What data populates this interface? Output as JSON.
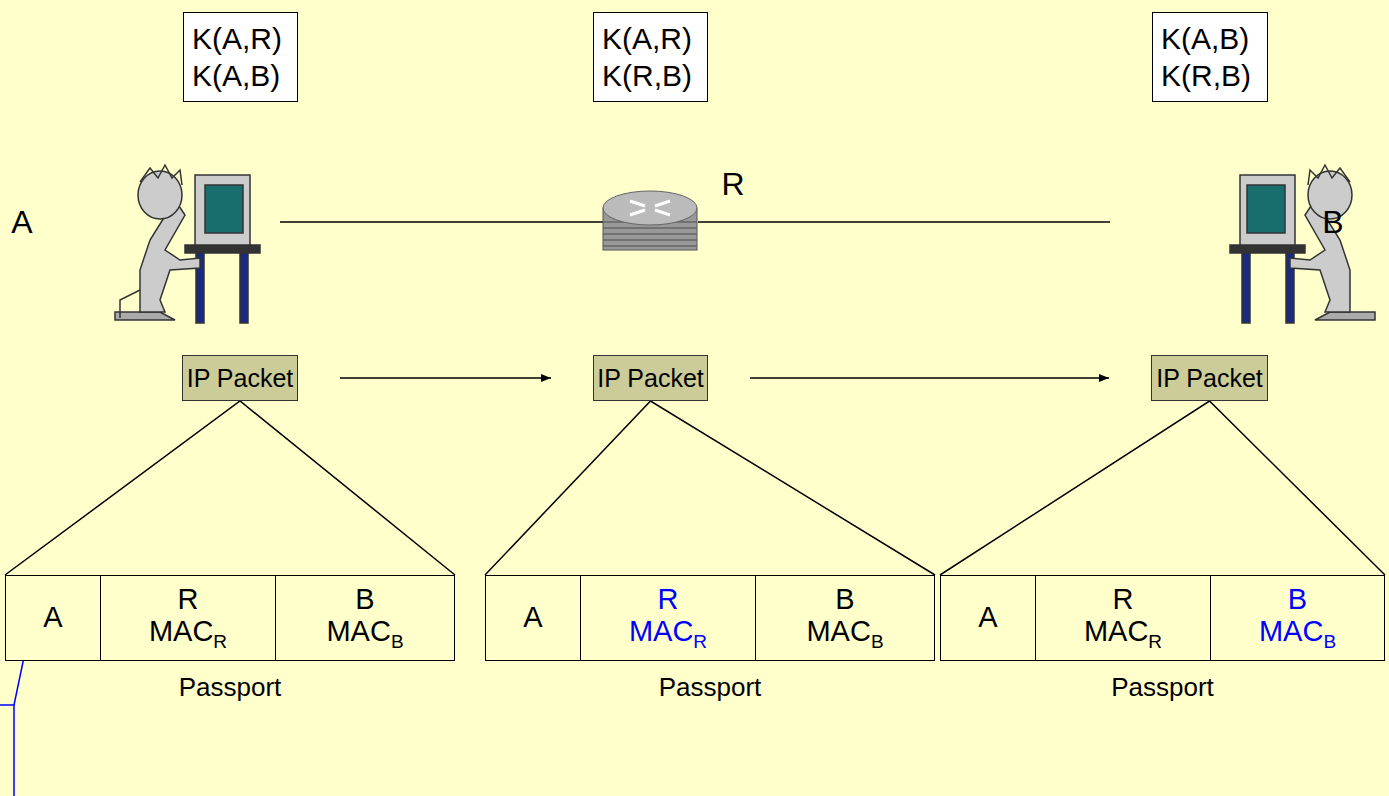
{
  "diagram": {
    "nodes": [
      {
        "text": [
          "K(A,R)",
          "K(A,B)"
        ]
      },
      {
        "text": [
          "K(A,R)",
          "K(R,B)"
        ]
      },
      {
        "text": [
          "K(A,B)",
          "K(R,B)"
        ]
      },
      {
        "text": [
          "IP Packet"
        ]
      },
      {
        "text": [
          "IP Packet"
        ]
      },
      {
        "text": [
          "IP Packet"
        ]
      },
      {
        "text": [
          "Passport"
        ]
      },
      {
        "text": [
          "A"
        ],
        "in": 6
      },
      {
        "text": [
          "R",
          "MAC",
          "R"
        ],
        "in": 6
      },
      {
        "text": [
          "B",
          "MAC",
          "B"
        ],
        "in": 6
      },
      {
        "text": [
          "Passport"
        ]
      },
      {
        "text": [
          "A"
        ],
        "in": 10
      },
      {
        "text": [
          "R",
          "MAC",
          "R"
        ],
        "in": 10
      },
      {
        "text": [
          "B",
          "MAC",
          "B"
        ],
        "in": 10
      },
      {
        "text": [
          "Passport"
        ]
      },
      {
        "text": [
          "A"
        ],
        "in": 14
      },
      {
        "text": [
          "R",
          "MAC",
          "R"
        ],
        "in": 14
      },
      {
        "text": [
          "B",
          "MAC",
          "B"
        ],
        "in": 14
      }
    ],
    "edges": [
      {
        "from": 3,
        "to": 4,
        "arrow": "to"
      },
      {
        "from": 4,
        "to": 5,
        "arrow": "to"
      },
      {
        "from": 3,
        "to": 6,
        "arrow": "none"
      },
      {
        "from": 4,
        "to": 10,
        "arrow": "none"
      },
      {
        "from": 5,
        "to": 14,
        "arrow": "none"
      }
    ],
    "labels": [
      "A",
      "R",
      "B"
    ]
  }
}
